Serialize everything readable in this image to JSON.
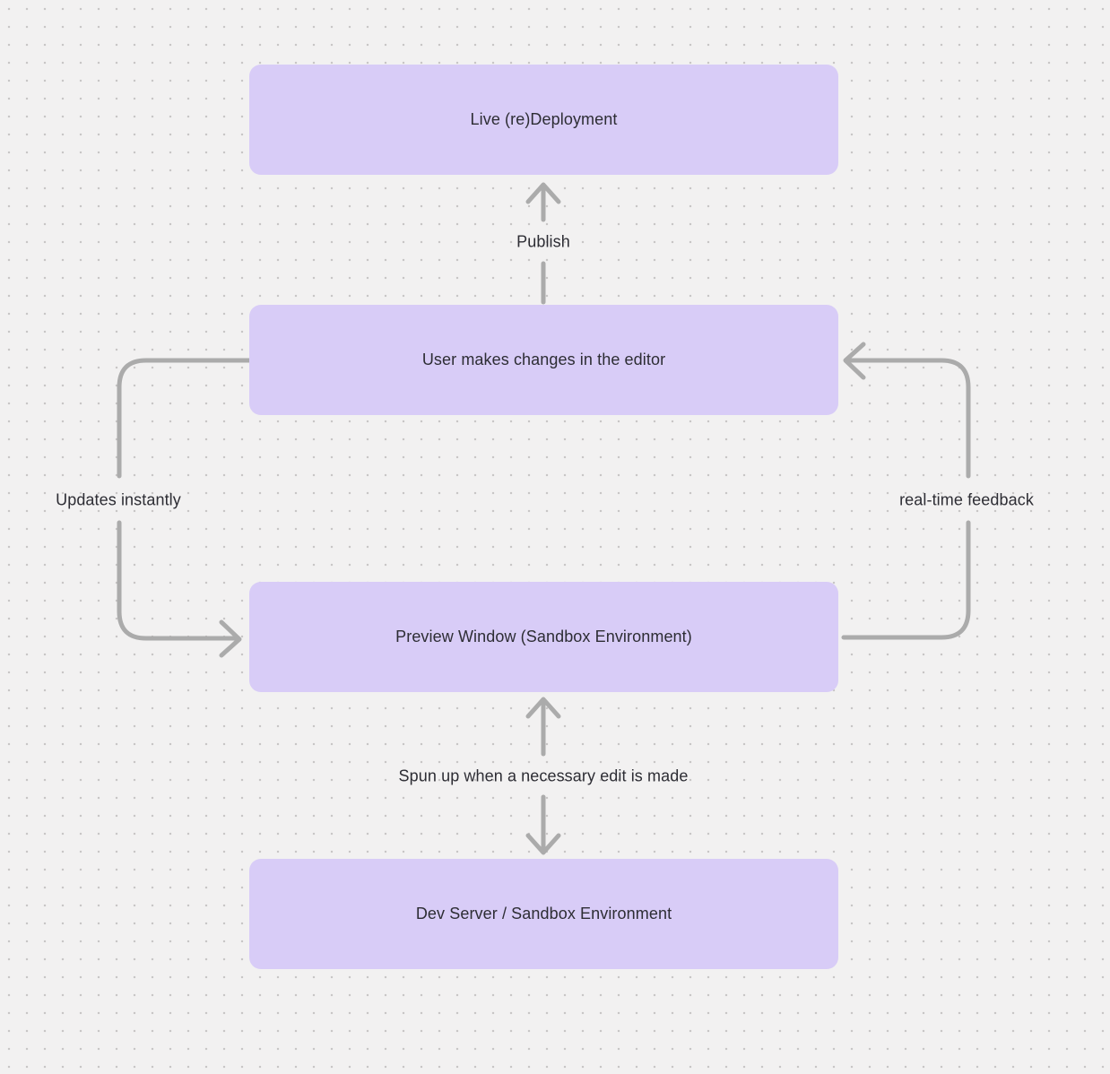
{
  "diagram": {
    "type": "flowchart",
    "background_color": "#f2f1f1",
    "dot_color": "#c7c5c5",
    "node_fill_color": "#d8ccf7",
    "arrow_color": "#ababab",
    "text_color": "#2d2d34",
    "nodes": [
      {
        "id": "live-redeployment",
        "label": "Live (re)Deployment"
      },
      {
        "id": "user-editor",
        "label": "User makes changes in the editor"
      },
      {
        "id": "preview-window",
        "label": "Preview Window (Sandbox Environment)"
      },
      {
        "id": "dev-server",
        "label": "Dev Server / Sandbox Environment"
      }
    ],
    "edges": [
      {
        "id": "publish",
        "label": "Publish",
        "from": "user-editor",
        "to": "live-redeployment",
        "direction": "up"
      },
      {
        "id": "updates-instantly",
        "label": "Updates instantly",
        "from": "user-editor",
        "to": "preview-window",
        "direction": "left-loop-down"
      },
      {
        "id": "real-time-feedback",
        "label": "real-time feedback",
        "from": "preview-window",
        "to": "user-editor",
        "direction": "right-loop-up"
      },
      {
        "id": "spun-up",
        "label": "Spun up when a necessary edit is made",
        "from": "dev-server",
        "to": "preview-window",
        "bidirectional": true
      }
    ]
  }
}
